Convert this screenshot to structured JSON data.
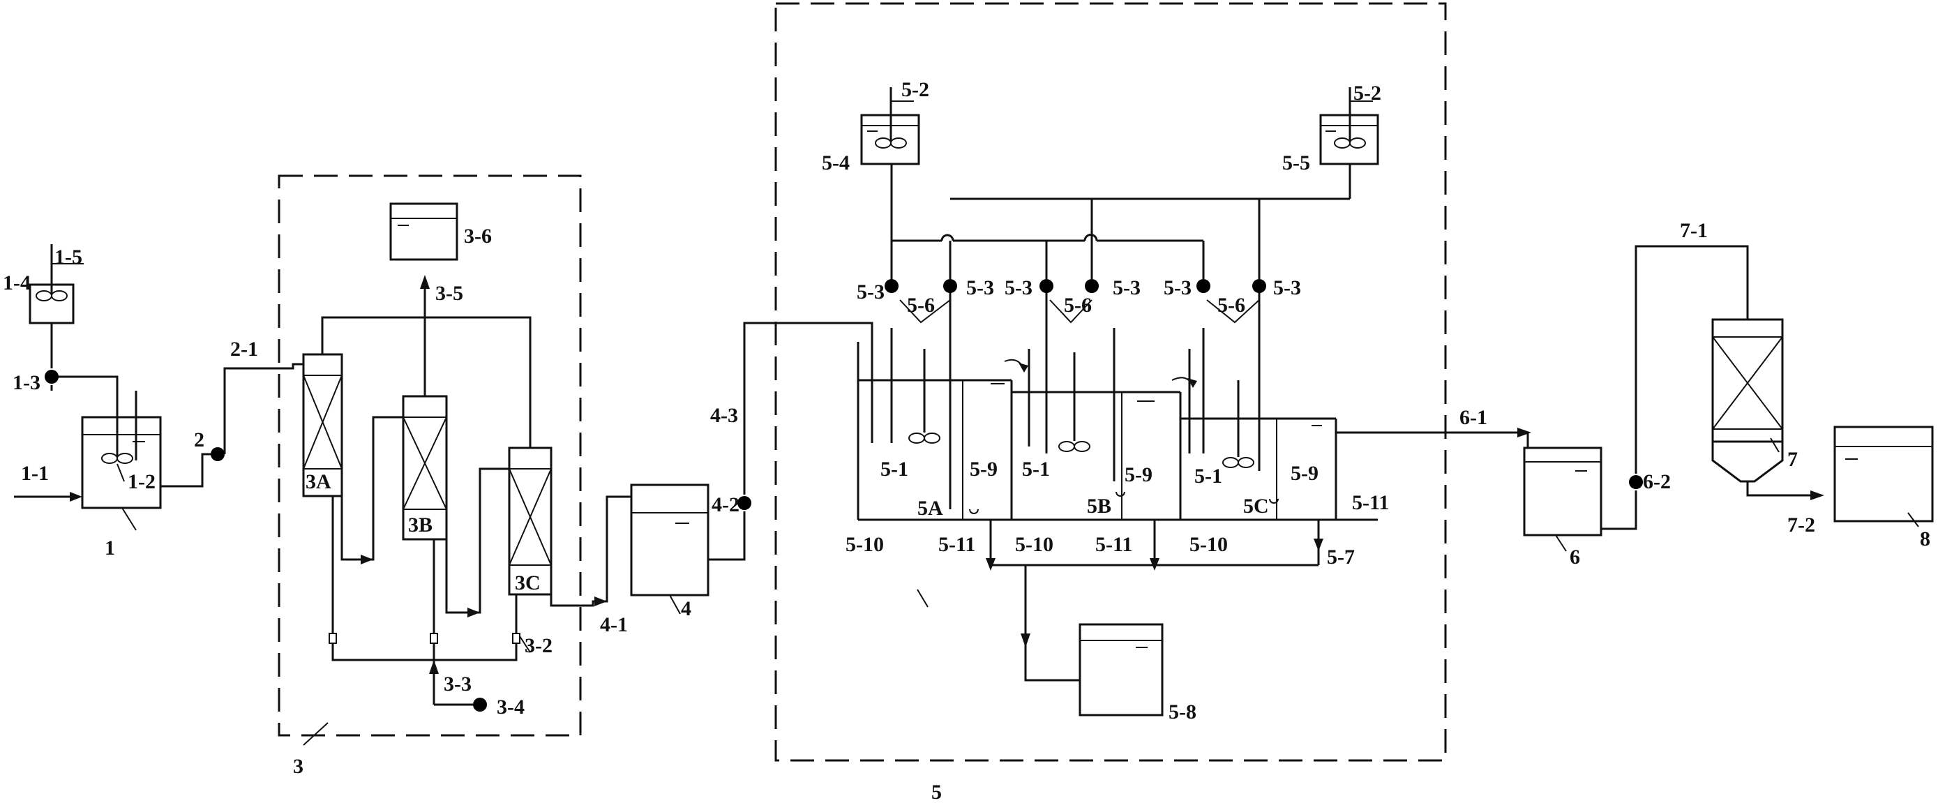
{
  "labels": {
    "l1": "1",
    "l1_1": "1-1",
    "l1_2": "1-2",
    "l1_3": "1-3",
    "l1_4": "1-4",
    "l1_5": "1-5",
    "l2": "2",
    "l2_1": "2-1",
    "l3": "3",
    "l3A": "3A",
    "l3B": "3B",
    "l3C": "3C",
    "l3_2": "3-2",
    "l3_3": "3-3",
    "l3_4": "3-4",
    "l3_5": "3-5",
    "l3_6": "3-6",
    "l4": "4",
    "l4_1": "4-1",
    "l4_2": "4-2",
    "l4_3": "4-3",
    "l5": "5",
    "l5A": "5A",
    "l5B": "5B",
    "l5C": "5C",
    "l5_1": "5-1",
    "l5_2": "5-2",
    "l5_3": "5-3",
    "l5_4": "5-4",
    "l5_5": "5-5",
    "l5_6": "5-6",
    "l5_7": "5-7",
    "l5_8": "5-8",
    "l5_9": "5-9",
    "l5_10": "5-10",
    "l5_11": "5-11",
    "l6": "6",
    "l6_1": "6-1",
    "l6_2": "6-2",
    "l7": "7",
    "l7_1": "7-1",
    "l7_2": "7-2",
    "l8": "8"
  }
}
